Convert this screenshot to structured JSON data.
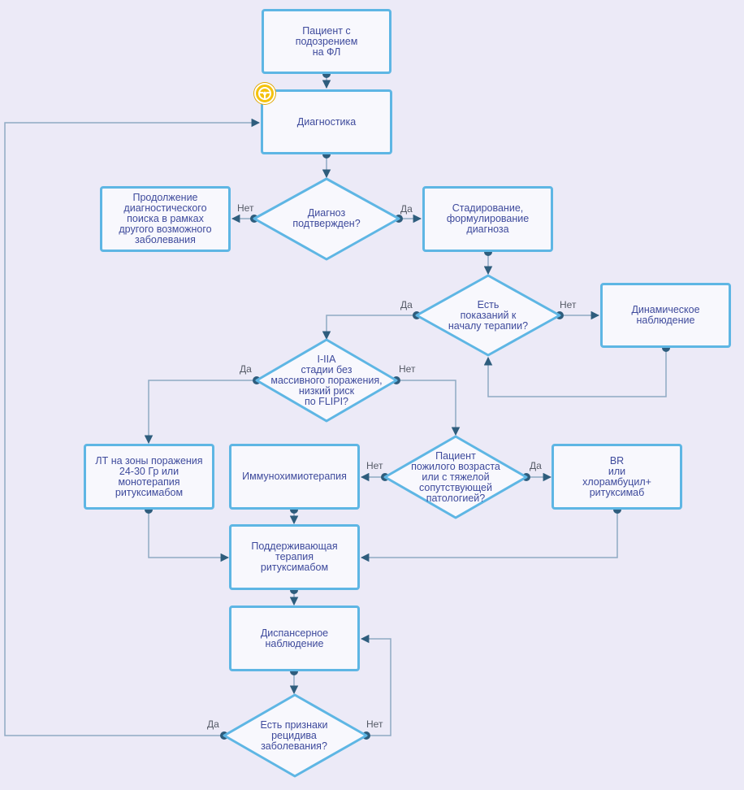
{
  "colors": {
    "background": "#eceaf7",
    "node_border": "#5eb6e4",
    "node_fill": "#f8f8fd",
    "text": "#3e4a9c",
    "connector": "#8fa9c4",
    "dot": "#2e5d7d",
    "badge": "#f4c20d"
  },
  "badge_icon": "steering-wheel-icon",
  "nodes": {
    "start": "Пациент с подозрением\nна ФЛ",
    "diagnostics": "Диагностика",
    "diag_confirmed": "Диагноз\nподтвержден?",
    "continue_search": "Продолжение\nдиагностического\nпоиска в рамках\nдругого возможного\nзаболевания",
    "staging": "Стадирование,\nформулирование\nдиагноза",
    "therapy_indicated": "Есть\nпоказаний к\nначалу терапии?",
    "dynamic_obs": "Динамическое\nнаблюдение",
    "stage_check": "I-IIA\nстадии без\nмассивного поражения,\nнизкий риск\nпо FLIPI?",
    "rt": "ЛТ на зоны поражения\n24-30 Гр или\nмонотерапия\nритуксимабом",
    "elderly_check": "Пациент\nпожилого возраста\nили с тяжелой\nсопутствующей\nпатологией?",
    "immunochemo": "Иммунохимиотерапия",
    "br": "BR\nили\nхлорамбуцил+\nритуксимаб",
    "maintenance": "Поддерживающая\nтерапия\nритуксимабом",
    "dispensary": "Диспансерное\nнаблюдение",
    "relapse_check": "Есть признаки\nрецидива\nзаболевания?"
  },
  "edge_labels": {
    "diag_no": "Нет",
    "diag_yes": "Да",
    "therapy_yes": "Да",
    "therapy_no": "Нет",
    "stage_yes": "Да",
    "stage_no": "Нет",
    "elderly_no": "Нет",
    "elderly_yes": "Да",
    "relapse_yes": "Да",
    "relapse_no": "Нет"
  }
}
